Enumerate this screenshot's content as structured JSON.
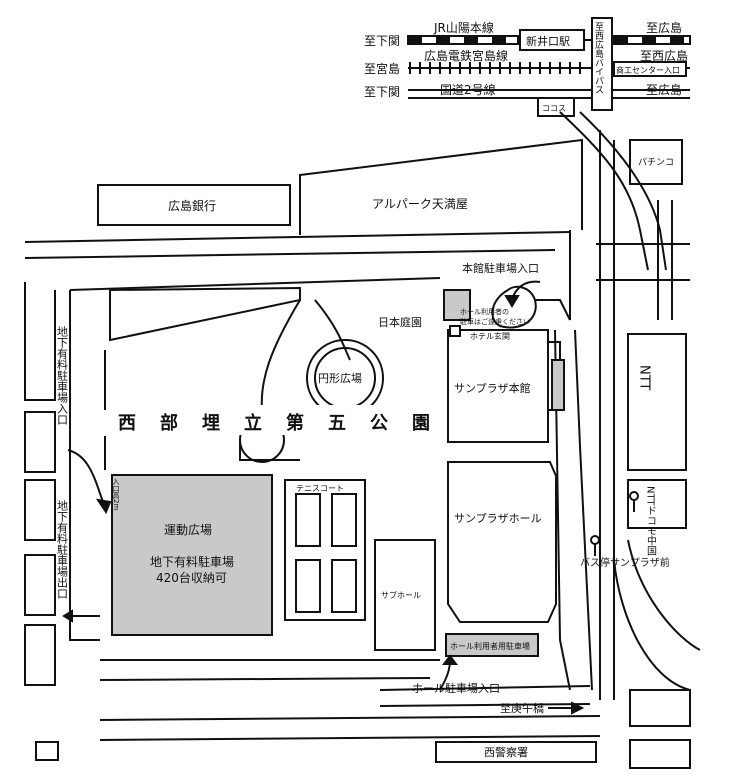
{
  "legend": {
    "rail1": "JR山陽本線",
    "rail2": "広島電鉄宮島線",
    "road": "国道2号線",
    "to_shimonoseki": "至下関",
    "to_miyajima": "至宮島",
    "to_hiroshima": "至広島",
    "to_nishihiroshima": "至西広島",
    "to_nishihiroshima_bypass": "至西広島バイパス",
    "station": "新井口駅",
    "tram_stop": "商工センター入口",
    "cocos": "ココス"
  },
  "places": {
    "hiroshima_bank": "広島銀行",
    "alpark": "アルパーク天満屋",
    "pachinko": "パチンコ",
    "ntt": "NTT",
    "ntt_docomo": "NTTドコモ中国",
    "garden": "日本庭園",
    "circle_plaza": "円形広場",
    "park_name": [
      "西",
      "部",
      "埋",
      "立",
      "第",
      "五",
      "公",
      "園"
    ],
    "main_building": "サンプラザ本館",
    "hall": "サンプラザホール",
    "sub_hall": "サブホール",
    "tennis": "テニスコート",
    "sports_ground": "運動広場",
    "underground_parking": "地下有料駐車場",
    "capacity": "420台収納可",
    "hotel_entrance": "ホテル玄関",
    "hotel_notice_1": "ホール利用者の",
    "hotel_notice_2": "駐車はご遠慮ください",
    "hall_parking": "ホール利用者用駐車場",
    "bus_stop": "バス停サンプラザ前",
    "police": "西警察署",
    "to_koshigo": "至庚午橋"
  },
  "labels": {
    "main_parking_entrance": "本館駐車場入口",
    "hall_parking_entrance": "ホール駐車場入口",
    "underground_entrance": "地下有料駐車場入口",
    "underground_exit": "地下有料駐車場出口",
    "entrance_height": "入口高2m"
  }
}
